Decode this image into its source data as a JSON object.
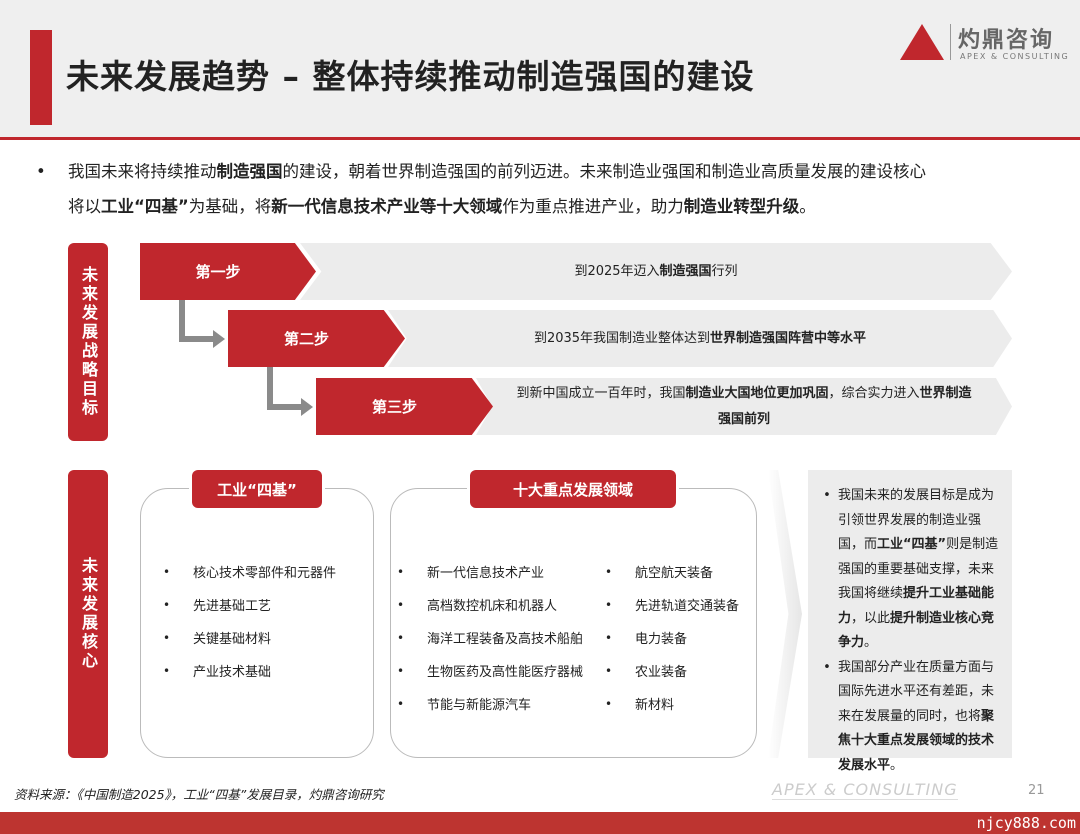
{
  "header": {
    "title": "未来发展趋势 – 整体持续推动制造强国的建设",
    "logo_cn": "灼鼎咨询",
    "logo_en": "APEX & CONSULTING"
  },
  "intro": {
    "bullet": "•",
    "line1": [
      {
        "t": "我国未来将持续推动"
      },
      {
        "t": "制造强国",
        "b": true
      },
      {
        "t": "的建设，朝着世界制造强国的前列迈进。未来制造业强国和制造业高质量发展的建设核心"
      }
    ],
    "line2": [
      {
        "t": "将以"
      },
      {
        "t": "工业“四基”",
        "b": true
      },
      {
        "t": "为基础，将"
      },
      {
        "t": "新一代信息技术产业等十大领域",
        "b": true
      },
      {
        "t": "作为重点推进产业，助力"
      },
      {
        "t": "制造业转型升级",
        "b": true
      },
      {
        "t": "。"
      }
    ]
  },
  "strategy": {
    "label": "未来发展战略目标",
    "steps": [
      {
        "label": "第一步",
        "desc": [
          {
            "t": "到2025年迈入"
          },
          {
            "t": "制造强国",
            "b": true
          },
          {
            "t": "行列"
          }
        ]
      },
      {
        "label": "第二步",
        "desc": [
          {
            "t": "到2035年我国制造业整体达到"
          },
          {
            "t": "世界制造强国阵营中等水平",
            "b": true
          }
        ]
      },
      {
        "label": "第三步",
        "desc": [
          {
            "t": "到新中国成立一百年时，我国"
          },
          {
            "t": "制造业大国地位更加巩固",
            "b": true
          },
          {
            "t": "，综合实力进入"
          },
          {
            "t": "世界制造强国前列",
            "b": true
          }
        ]
      }
    ]
  },
  "core": {
    "label": "未来发展核心",
    "four_bases": {
      "title": "工业“四基”",
      "items": [
        "核心技术零部件和元器件",
        "先进基础工艺",
        "关键基础材料",
        "产业技术基础"
      ]
    },
    "ten_fields": {
      "title": "十大重点发展领域",
      "col1": [
        "新一代信息技术产业",
        "高档数控机床和机器人",
        "海洋工程装备及高技术船舶",
        "生物医药及高性能医疗器械",
        "节能与新能源汽车"
      ],
      "col2": [
        "航空航天装备",
        "先进轨道交通装备",
        "电力装备",
        "农业装备",
        "新材料"
      ]
    },
    "summary": [
      [
        {
          "t": "我国未来的发展目标是成为引领世界发展的制造业强国，而"
        },
        {
          "t": "工业“四基”",
          "b": true
        },
        {
          "t": "则是制造强国的重要基础支撑，未来我国将继续"
        },
        {
          "t": "提升工业基础能力",
          "b": true
        },
        {
          "t": "，以此"
        },
        {
          "t": "提升制造业核心竞争力",
          "b": true
        },
        {
          "t": "。"
        }
      ],
      [
        {
          "t": "我国部分产业在质量方面与国际先进水平还有差距，未来在发展量的同时，也将"
        },
        {
          "t": "聚焦十大重点发展领域的技术发展水平",
          "b": true
        },
        {
          "t": "。"
        }
      ]
    ]
  },
  "footer": {
    "source": "资料来源：《中国制造2025》，工业“四基”发展目录，灼鼎咨询研究",
    "logo": "APEX & CONSULTING",
    "page": "21",
    "watermark": "njcy888.com"
  },
  "colors": {
    "accent": "#c0272d",
    "panel": "#ececec"
  }
}
